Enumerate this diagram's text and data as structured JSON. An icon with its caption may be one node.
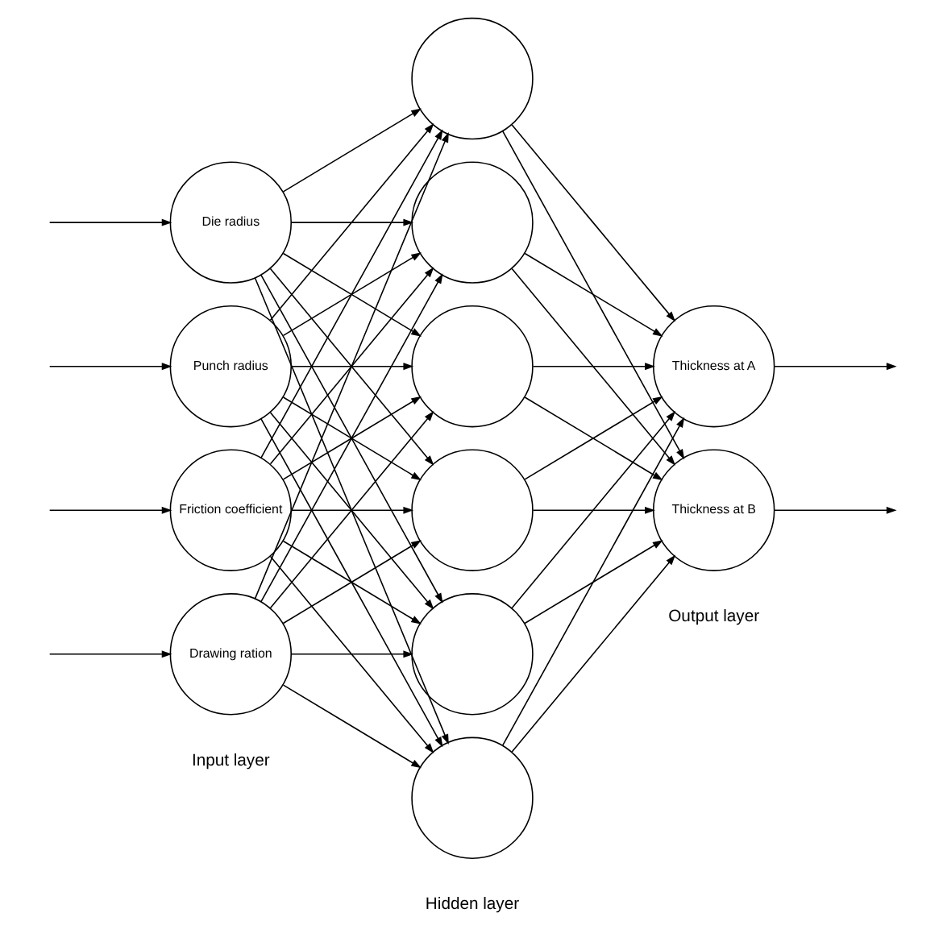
{
  "diagram": {
    "nodes": [
      {
        "text": [
          "Die radius"
        ]
      },
      {
        "text": [
          "Punch radius"
        ]
      },
      {
        "text": [
          "Friction coefficient"
        ]
      },
      {
        "text": [
          "Drawing ration"
        ]
      },
      {
        "text": [],
        "shape": "circle"
      },
      {
        "text": [],
        "shape": "circle"
      },
      {
        "text": [],
        "shape": "circle"
      },
      {
        "text": [],
        "shape": "circle"
      },
      {
        "text": [],
        "shape": "circle"
      },
      {
        "text": [],
        "shape": "circle"
      },
      {
        "text": [
          "Thickness at A"
        ]
      },
      {
        "text": [
          "Thickness at B"
        ]
      }
    ],
    "edges": [
      {
        "from": null,
        "to": 0,
        "arrow": "to"
      },
      {
        "from": null,
        "to": 1,
        "arrow": "to"
      },
      {
        "from": null,
        "to": 2,
        "arrow": "to"
      },
      {
        "from": null,
        "to": 3,
        "arrow": "to"
      },
      {
        "from": 0,
        "to": 4,
        "arrow": "to"
      },
      {
        "from": 0,
        "to": 5,
        "arrow": "to"
      },
      {
        "from": 0,
        "to": 6,
        "arrow": "to"
      },
      {
        "from": 0,
        "to": 7,
        "arrow": "to"
      },
      {
        "from": 0,
        "to": 8,
        "arrow": "to"
      },
      {
        "from": 0,
        "to": 9,
        "arrow": "to"
      },
      {
        "from": 1,
        "to": 4,
        "arrow": "to"
      },
      {
        "from": 1,
        "to": 5,
        "arrow": "to"
      },
      {
        "from": 1,
        "to": 6,
        "arrow": "to"
      },
      {
        "from": 1,
        "to": 7,
        "arrow": "to"
      },
      {
        "from": 1,
        "to": 8,
        "arrow": "to"
      },
      {
        "from": 1,
        "to": 9,
        "arrow": "to"
      },
      {
        "from": 2,
        "to": 4,
        "arrow": "to"
      },
      {
        "from": 2,
        "to": 5,
        "arrow": "to"
      },
      {
        "from": 2,
        "to": 6,
        "arrow": "to"
      },
      {
        "from": 2,
        "to": 7,
        "arrow": "to"
      },
      {
        "from": 2,
        "to": 8,
        "arrow": "to"
      },
      {
        "from": 2,
        "to": 9,
        "arrow": "to"
      },
      {
        "from": 3,
        "to": 4,
        "arrow": "to"
      },
      {
        "from": 3,
        "to": 5,
        "arrow": "to"
      },
      {
        "from": 3,
        "to": 6,
        "arrow": "to"
      },
      {
        "from": 3,
        "to": 7,
        "arrow": "to"
      },
      {
        "from": 3,
        "to": 8,
        "arrow": "to"
      },
      {
        "from": 3,
        "to": 9,
        "arrow": "to"
      },
      {
        "from": 4,
        "to": 10,
        "arrow": "to"
      },
      {
        "from": 4,
        "to": 11,
        "arrow": "to"
      },
      {
        "from": 5,
        "to": 10,
        "arrow": "to"
      },
      {
        "from": 5,
        "to": 11,
        "arrow": "to"
      },
      {
        "from": 6,
        "to": 10,
        "arrow": "to"
      },
      {
        "from": 6,
        "to": 11,
        "arrow": "to"
      },
      {
        "from": 7,
        "to": 10,
        "arrow": "to"
      },
      {
        "from": 7,
        "to": 11,
        "arrow": "to"
      },
      {
        "from": 8,
        "to": 10,
        "arrow": "to"
      },
      {
        "from": 8,
        "to": 11,
        "arrow": "to"
      },
      {
        "from": 9,
        "to": 10,
        "arrow": "to"
      },
      {
        "from": 9,
        "to": 11,
        "arrow": "to"
      },
      {
        "from": 10,
        "to": null,
        "arrow": "to"
      },
      {
        "from": 11,
        "to": null,
        "arrow": "to"
      }
    ],
    "labels": [
      "Input layer",
      "Hidden layer",
      "Output layer"
    ]
  }
}
